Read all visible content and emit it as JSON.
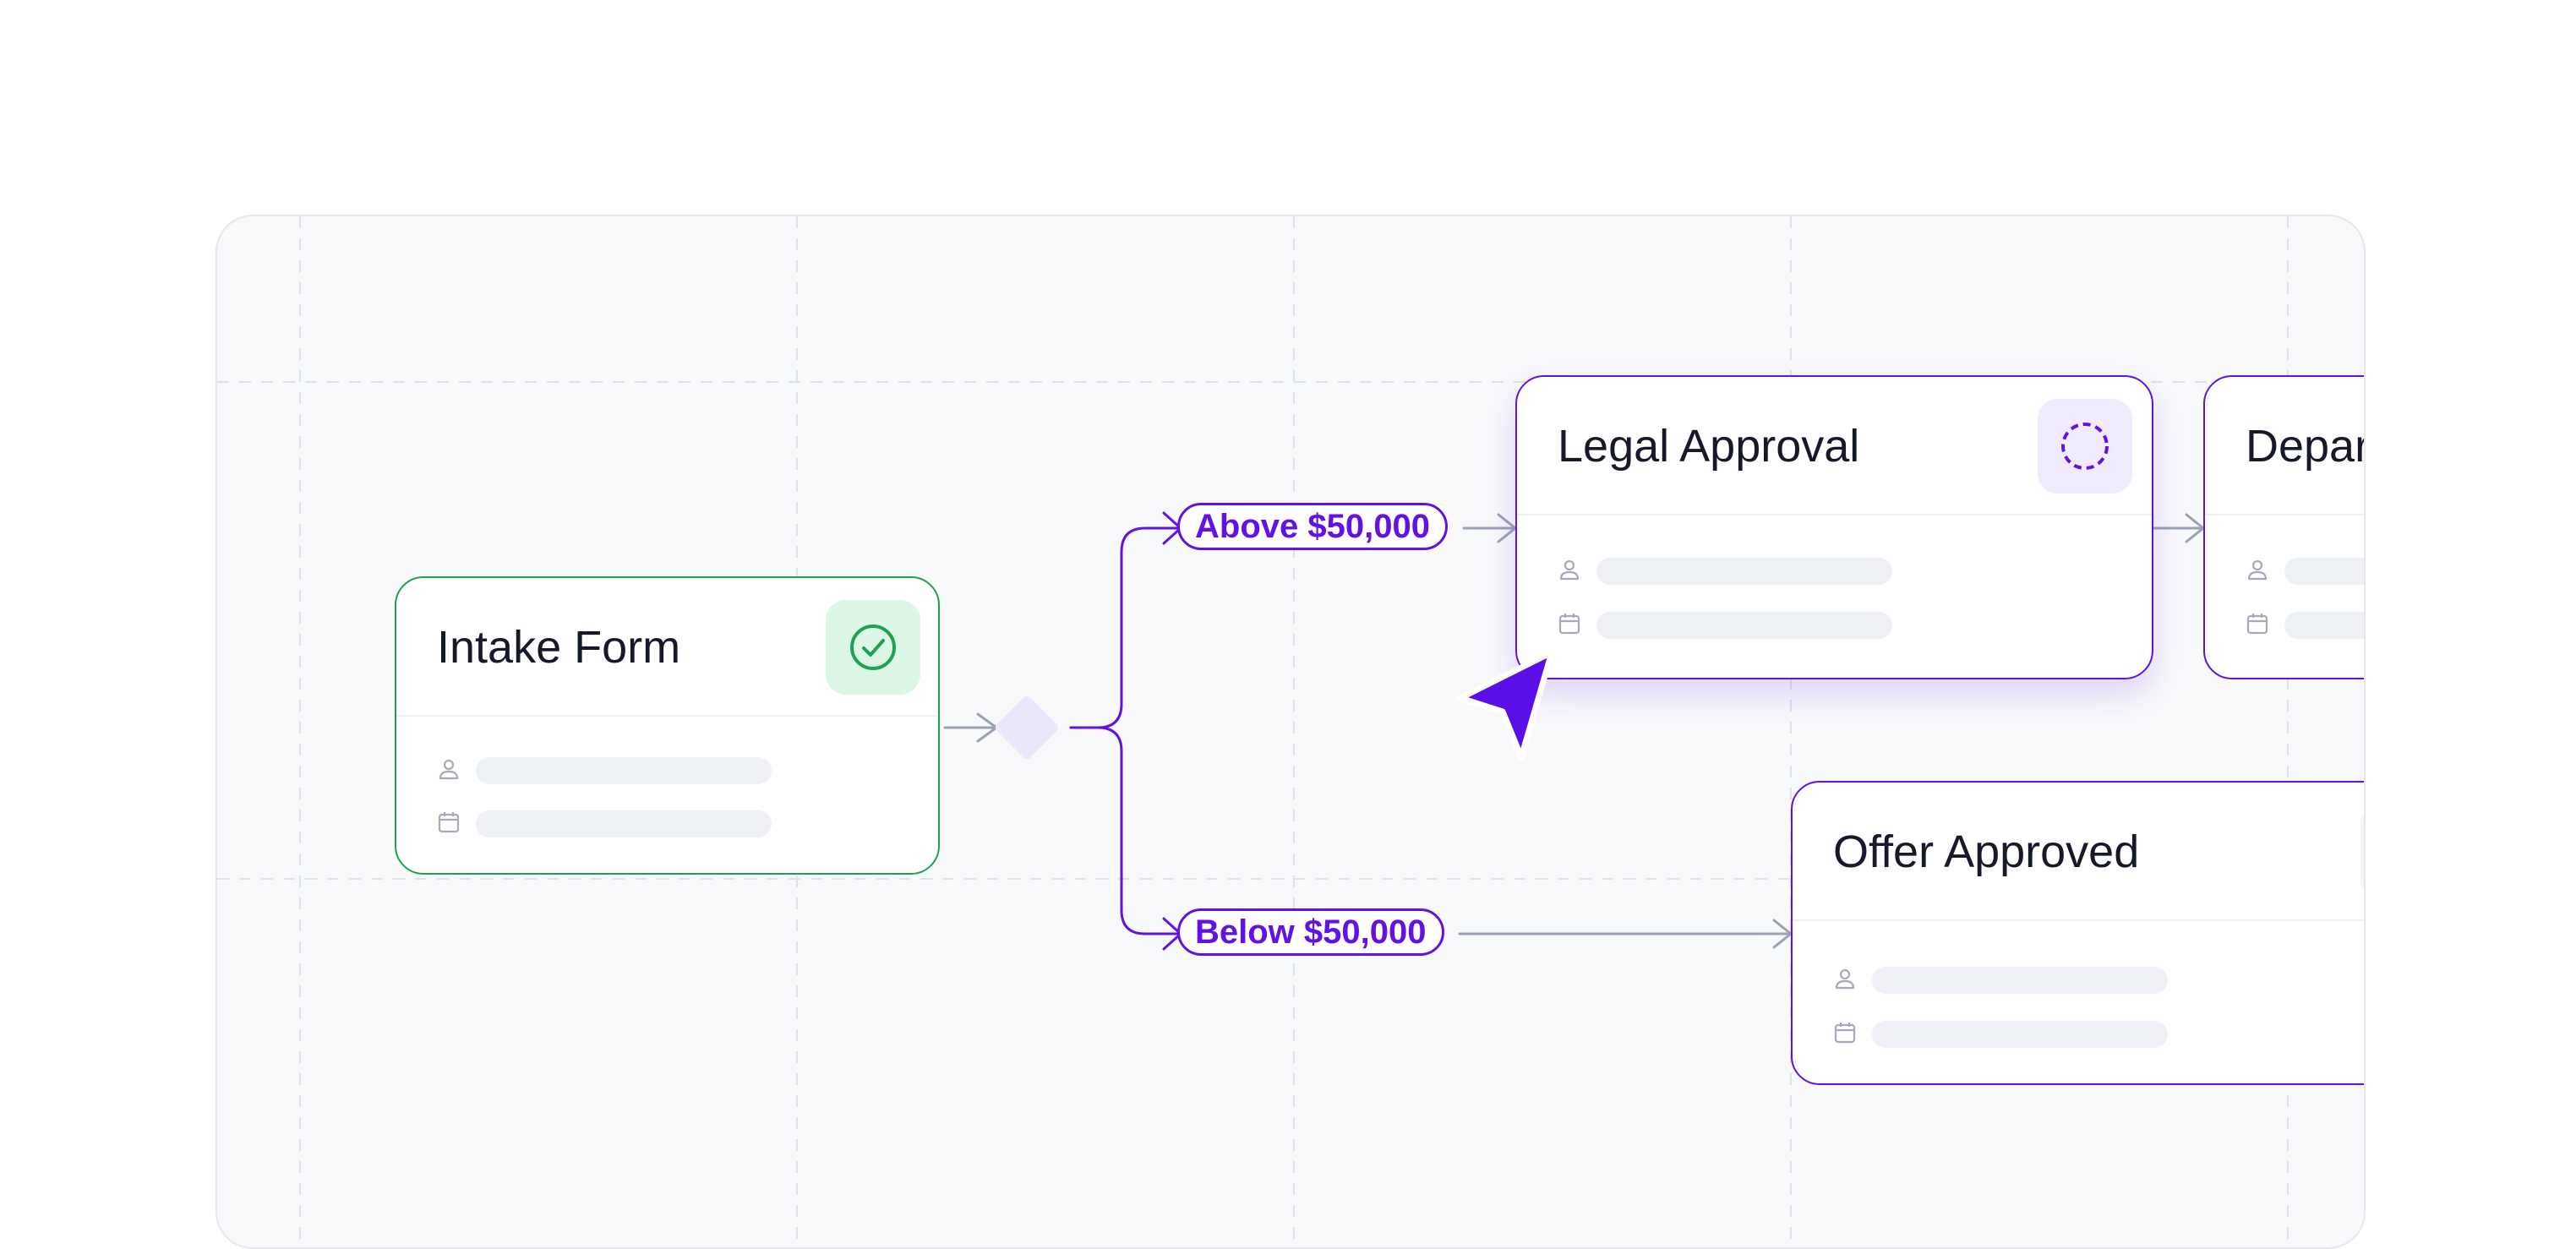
{
  "workflow": {
    "nodes": [
      {
        "title": "Intake Form",
        "status": "completed",
        "status_icon": "check-circle-icon"
      },
      {
        "title": "Legal Approval",
        "status": "pending",
        "status_icon": "dashed-circle-icon"
      },
      {
        "title": "Depar",
        "status": "pending",
        "status_icon": "dashed-circle-icon"
      },
      {
        "title": "Offer Approved",
        "status": "pending",
        "status_icon": "dashed-circle-icon"
      }
    ],
    "branches": [
      {
        "label": "Above $50,000"
      },
      {
        "label": "Below $50,000"
      }
    ],
    "row_icons": [
      "person-icon",
      "calendar-icon"
    ]
  },
  "colors": {
    "accent": "#6312e6",
    "success": "#1fa055",
    "success_bg": "#dcf7e5",
    "pending_bg": "#f0ecfd",
    "canvas_bg": "#f8f9fb",
    "connector": "#98a2b3"
  }
}
